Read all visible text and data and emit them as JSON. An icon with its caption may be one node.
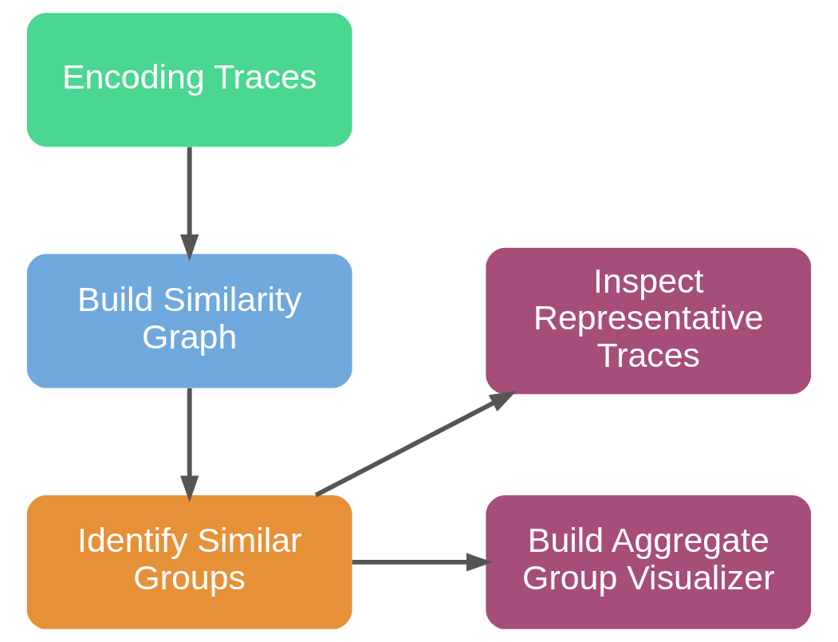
{
  "diagram": {
    "nodes": [
      {
        "text": [
          "Encoding Traces"
        ]
      },
      {
        "text": [
          "Build Similarity Graph"
        ]
      },
      {
        "text": [
          "Identify Similar Groups"
        ]
      },
      {
        "text": [
          "Inspect Representative Traces"
        ]
      },
      {
        "text": [
          "Build Aggregate Group Visualizer"
        ]
      }
    ],
    "edges": [
      {
        "from": 0,
        "to": 1,
        "arrow": "to"
      },
      {
        "from": 1,
        "to": 2,
        "arrow": "to"
      },
      {
        "from": 2,
        "to": 3,
        "arrow": "to"
      },
      {
        "from": 2,
        "to": 4,
        "arrow": "to"
      }
    ]
  }
}
